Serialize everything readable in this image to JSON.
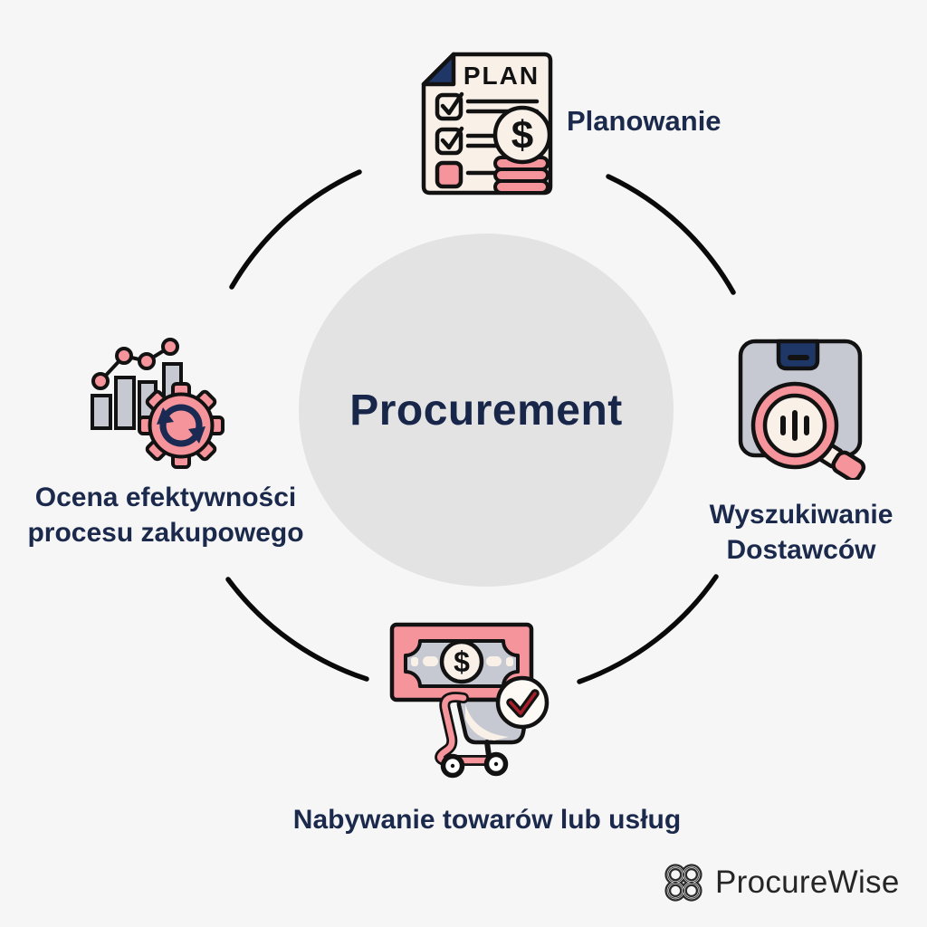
{
  "center": {
    "label": "Procurement"
  },
  "steps": [
    {
      "id": "planning",
      "label": "Planowanie"
    },
    {
      "id": "supplier-search",
      "label": "Wyszukiwanie Dostawców"
    },
    {
      "id": "acquisition",
      "label": "Nabywanie towarów lub usług"
    },
    {
      "id": "evaluation",
      "label": "Ocena efektywności procesu zakupowego"
    }
  ],
  "icon_texts": {
    "plan": "PLAN",
    "dollar": "$"
  },
  "logo": {
    "name": "ProcureWise"
  },
  "colors": {
    "background": "#f7f6f6",
    "center_circle": "#e4e3e4",
    "label_navy": "#1b2a4c",
    "icon_pink": "#f5949a",
    "icon_gray": "#c6c9d1",
    "icon_cream": "#f9f0e7",
    "icon_navy": "#1e3766",
    "outline_ink": "#121212",
    "check_crimson": "#a61f2b",
    "logo_ink": "#2b2b2b"
  }
}
